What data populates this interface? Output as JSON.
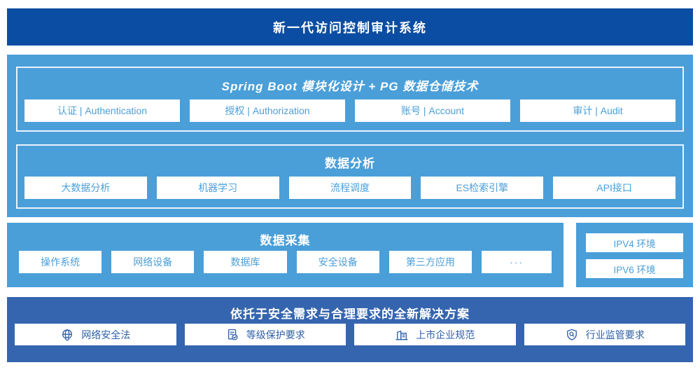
{
  "banner": {
    "title": "新一代访问控制审计系统"
  },
  "platform": {
    "modules": {
      "title": "Spring Boot 模块化设计 + PG 数据仓储技术",
      "items": [
        "认证 | Authentication",
        "授权 | Authorization",
        "账号 | Account",
        "审计 | Audit"
      ]
    },
    "analysis": {
      "title": "数据分析",
      "items": [
        "大数据分析",
        "机器学习",
        "流程调度",
        "ES检索引擎",
        "API接口"
      ]
    }
  },
  "collection": {
    "title": "数据采集",
    "items": [
      "操作系统",
      "网络设备",
      "数据库",
      "安全设备",
      "第三方应用",
      "···"
    ],
    "env": {
      "items": [
        "IPV4 环境",
        "IPV6 环境"
      ]
    }
  },
  "solution": {
    "title": "依托于安全需求与合理要求的全新解决方案",
    "items": [
      {
        "icon": "globe-icon",
        "label": "网络安全法"
      },
      {
        "icon": "document-check-icon",
        "label": "等级保护要求"
      },
      {
        "icon": "building-icon",
        "label": "上市企业规范"
      },
      {
        "icon": "shield-search-icon",
        "label": "行业监管要求"
      }
    ]
  },
  "colors": {
    "banner_bg": "#0B4DA2",
    "light_section_bg": "#4A9FD9",
    "solution_bg": "#3565AE",
    "card_bg": "#FFFFFF",
    "card_text": "#4A9FD9",
    "solution_text": "#2F5FA9",
    "inner_border": "#EAF3FB"
  }
}
